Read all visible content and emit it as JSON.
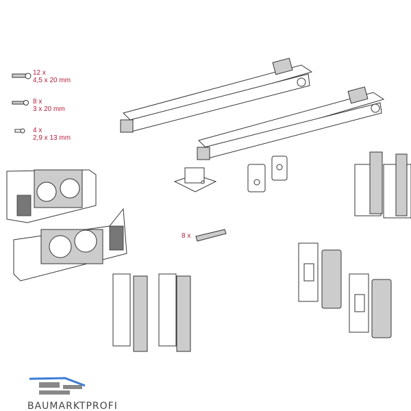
{
  "screws": [
    {
      "qty": "12 x",
      "size": "4,5 x 20 mm"
    },
    {
      "qty": "8 x",
      "size": "3 x 20 mm"
    },
    {
      "qty": "4 x",
      "size": "2,9 x 13 mm"
    }
  ],
  "pins": {
    "qty": "8 x"
  },
  "logo": {
    "text": "BAUMARKTPROFI"
  },
  "colors": {
    "label": "#b3203c",
    "logo_blue": "#3a7bd5"
  }
}
